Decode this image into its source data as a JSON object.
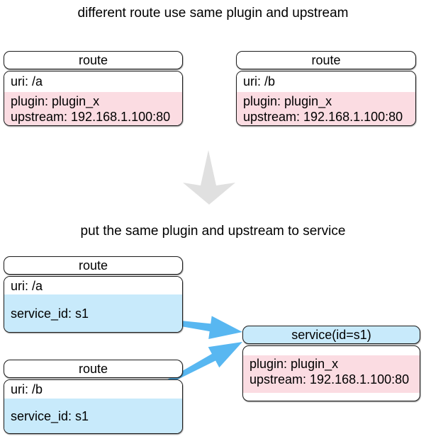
{
  "titles": {
    "top": "different route use same plugin and upstream",
    "bottom": "put the same plugin and upstream to service"
  },
  "colors": {
    "pink": "#fbdce2",
    "light_blue": "#c8eafb",
    "arrow_blue": "#58b7f1",
    "arrow_gray": "#e0e0e0",
    "border": "#1c1c1c"
  },
  "top_section": {
    "route_a": {
      "header": "route",
      "uri": "uri: /a",
      "plugin": "plugin: plugin_x",
      "upstream": "upstream: 192.168.1.100:80"
    },
    "route_b": {
      "header": "route",
      "uri": "uri: /b",
      "plugin": "plugin: plugin_x",
      "upstream": "upstream: 192.168.1.100:80"
    }
  },
  "bottom_section": {
    "route_a": {
      "header": "route",
      "uri": "uri: /a",
      "service_id": "service_id: s1"
    },
    "route_b": {
      "header": "route",
      "uri": "uri: /b",
      "service_id": "service_id: s1"
    },
    "service": {
      "header": "service(id=s1)",
      "plugin": "plugin: plugin_x",
      "upstream": "upstream: 192.168.1.100:80"
    }
  },
  "icons": {
    "down_arrow": "transform-down-arrow",
    "arrow_a": "route-a-to-service-arrow",
    "arrow_b": "route-b-to-service-arrow"
  }
}
